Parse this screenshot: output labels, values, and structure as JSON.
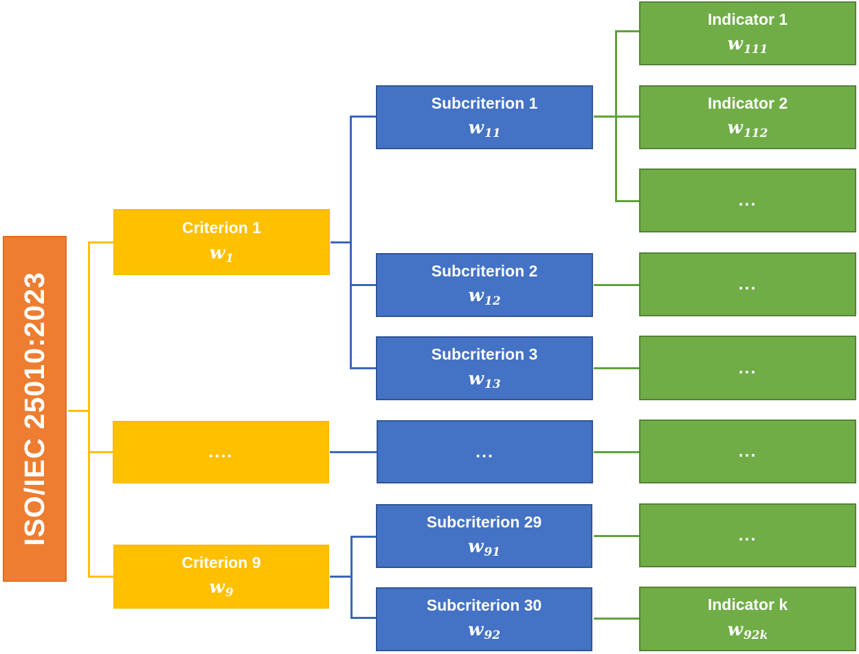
{
  "figure": {
    "description_title": "ISO/IEC 25010:2023 weighted criteria hierarchy diagram"
  },
  "root": {
    "label": "ISO/IEC 25010:2023"
  },
  "criteria": [
    {
      "title": "Criterion 1",
      "weight": {
        "base": "w",
        "sub": "1"
      }
    },
    {
      "title": "...."
    },
    {
      "title": "Criterion 9",
      "weight": {
        "base": "w",
        "sub": "9"
      }
    }
  ],
  "subcriteria": [
    {
      "title": "Subcriterion 1",
      "weight": {
        "base": "w",
        "sub": "11"
      }
    },
    {
      "title": "Subcriterion 2",
      "weight": {
        "base": "w",
        "sub": "12"
      }
    },
    {
      "title": "Subcriterion 3",
      "weight": {
        "base": "w",
        "sub": "13"
      }
    },
    {
      "title": "..."
    },
    {
      "title": "Subcriterion 29",
      "weight": {
        "base": "w",
        "sub": "91"
      }
    },
    {
      "title": "Subcriterion 30",
      "weight": {
        "base": "w",
        "sub": "92"
      }
    }
  ],
  "indicators": [
    {
      "title": "Indicator 1",
      "weight": {
        "base": "w",
        "sub": "111"
      }
    },
    {
      "title": "Indicator 2",
      "weight": {
        "base": "w",
        "sub": "112"
      }
    },
    {
      "title": "..."
    },
    {
      "title": "..."
    },
    {
      "title": "..."
    },
    {
      "title": "..."
    },
    {
      "title": "..."
    },
    {
      "title": "Indicator k",
      "weight": {
        "base": "w",
        "sub": "92k"
      }
    }
  ],
  "colors": {
    "root_fill": "#ED7D31",
    "criterion_fill": "#FFC000",
    "subcriterion_fill": "#4472C4",
    "subcriterion_border": "#2F5597",
    "indicator_fill": "#70AD47",
    "indicator_border": "#548235",
    "connector_level1": "#FFC000",
    "connector_level2": "#3A66B8",
    "connector_level3": "#5FA13C",
    "text": "#FFFFFF"
  }
}
